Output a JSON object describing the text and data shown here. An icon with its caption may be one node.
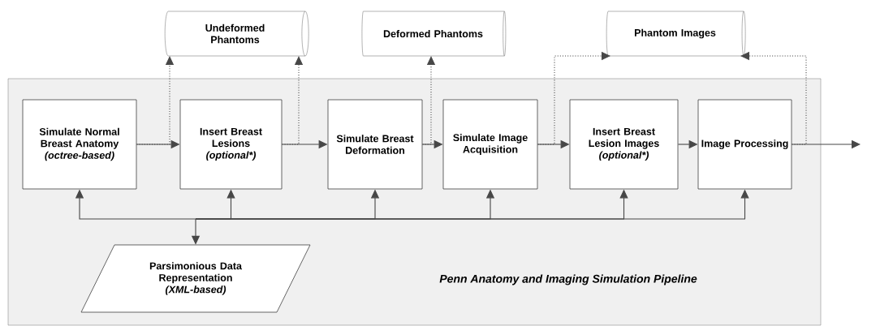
{
  "diagram": {
    "nodes": [
      {
        "text": [
          "Penn Anatomy and Imaging Simulation Pipeline"
        ]
      },
      {
        "text": [
          "Simulate Normal Breast Anatomy",
          "(octree-based)"
        ],
        "in": 0
      },
      {
        "text": [
          "Insert Breast Lesions",
          "(optional*)"
        ],
        "in": 0
      },
      {
        "text": [
          "Simulate Breast Deformation"
        ],
        "in": 0
      },
      {
        "text": [
          "Simulate Image Acquisition"
        ],
        "in": 0
      },
      {
        "text": [
          "Insert Breast Lesion Images",
          "(optional*)"
        ],
        "in": 0
      },
      {
        "text": [
          "Image Processing"
        ],
        "in": 0
      },
      {
        "text": [
          "Parsimonious Data Representation",
          "(XML-based)"
        ],
        "in": 0
      },
      {
        "text": [
          "Undeformed Phantoms"
        ]
      },
      {
        "text": [
          "Deformed Phantoms"
        ]
      },
      {
        "text": [
          "Phantom Images"
        ]
      }
    ],
    "edges": [
      {
        "from": 1,
        "to": 2,
        "arrow": "to"
      },
      {
        "from": 2,
        "to": 3,
        "arrow": "to"
      },
      {
        "from": 3,
        "to": 4,
        "arrow": "to"
      },
      {
        "from": 4,
        "to": 5,
        "arrow": "to"
      },
      {
        "from": 5,
        "to": 6,
        "arrow": "to"
      },
      {
        "from": 6,
        "to": null,
        "arrow": "to"
      },
      {
        "from": 1,
        "to": 8,
        "arrow": "to",
        "style": "dashed"
      },
      {
        "from": 2,
        "to": 8,
        "arrow": "to",
        "style": "dashed"
      },
      {
        "from": 3,
        "to": 9,
        "arrow": "to",
        "style": "dashed"
      },
      {
        "from": 4,
        "to": 10,
        "arrow": "to",
        "style": "dashed"
      },
      {
        "from": 6,
        "to": 10,
        "arrow": "to",
        "style": "dashed"
      },
      {
        "from": 7,
        "to": 1,
        "arrow": "both"
      },
      {
        "from": 7,
        "to": 2,
        "arrow": "both"
      },
      {
        "from": 7,
        "to": 3,
        "arrow": "both"
      },
      {
        "from": 7,
        "to": 4,
        "arrow": "both"
      },
      {
        "from": 7,
        "to": 5,
        "arrow": "both"
      },
      {
        "from": 7,
        "to": 6,
        "arrow": "both"
      }
    ]
  }
}
